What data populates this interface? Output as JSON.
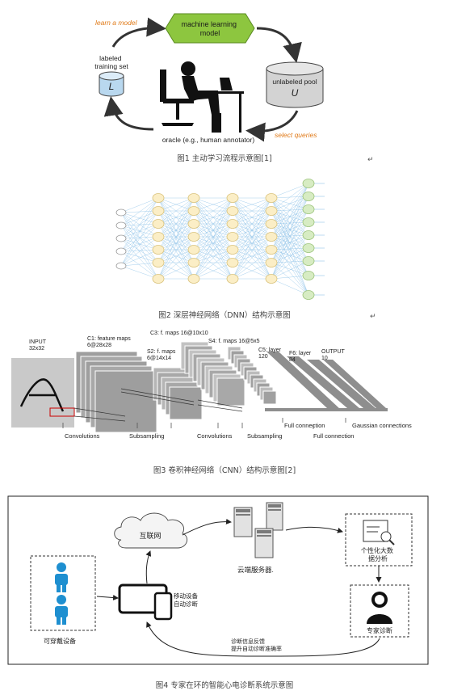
{
  "fig1": {
    "model_label": "machine learning\nmodel",
    "learn_label": "learn a model",
    "training_label": "labeled\ntraining set",
    "training_symbol": "L",
    "pool_label": "unlabeled pool",
    "pool_symbol": "U",
    "select_label": "select queries",
    "oracle_label": "oracle (e.g., human annotator)",
    "caption": "图1 主动学习流程示意图[1]"
  },
  "fig2": {
    "caption": "图2 深层神经网络（DNN）结构示意图"
  },
  "fig3": {
    "input_label": "INPUT\n32x32",
    "c1_label": "C1: feature maps\n6@28x28",
    "s2_label": "S2: f. maps\n6@14x14",
    "c3_label": "C3: f. maps 16@10x10",
    "s4_label": "S4: f. maps 16@5x5",
    "c5_label": "C5: layer\n120",
    "f6_label": "F6: layer\n84",
    "output_label": "OUTPUT\n10",
    "convolutions_1": "Convolutions",
    "subsampling_1": "Subsampling",
    "convolutions_2": "Convolutions",
    "subsampling_2": "Subsampling",
    "full_connection_1": "Full connection",
    "full_connection_2": "Full connection",
    "gaussian": "Gaussian connections",
    "caption": "图3 卷积神经网络（CNN）结构示意图[2]"
  },
  "fig4": {
    "internet": "互联网",
    "cloud_server": "云端服务器.",
    "mobile_device": "移动设备\n自动诊断",
    "wearable": "可穿戴设备",
    "bigdata": "个性化大数\n据分析",
    "expert": "专家诊断",
    "feedback": "诊断信息反馈\n提升自动诊断准确率",
    "caption": "图4 专家在环的智能心电诊断系统示意图"
  },
  "colors": {
    "model_green": "#8dc63f",
    "arrow": "#333333",
    "nn_node_fill": "#fbeec6",
    "nn_node_stroke": "#d9c27a",
    "nn_output_fill": "#d7ecc3",
    "nn_edge": "#8fc3e8",
    "person_blue": "#1e8fd0",
    "cnn_gray": "#9a9a9a"
  }
}
